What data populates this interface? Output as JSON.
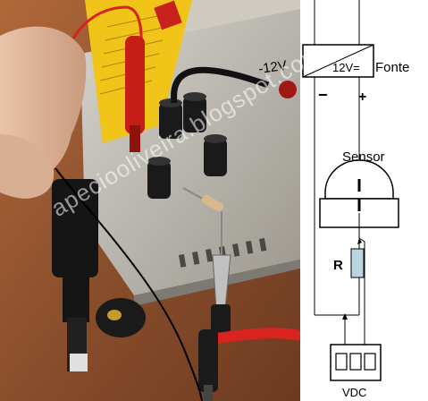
{
  "photo": {
    "panel_labels": {
      "voltage": "-12V"
    }
  },
  "schematic": {
    "supply_display": "12V=",
    "supply_label": "Fonte",
    "minus_sign": "−",
    "plus_sign": "+",
    "sensor_label": "Sensor",
    "resistor_label": "R",
    "meter_label": "VDC"
  },
  "watermark": "apeciooliveira.blogspot.com",
  "colors": {
    "wire_red": "#d8231f",
    "wire_black": "#111111",
    "metal_case": "#b8b5ad",
    "table_wood": "#8a5230",
    "resistor_fill": "#b9d6df"
  }
}
